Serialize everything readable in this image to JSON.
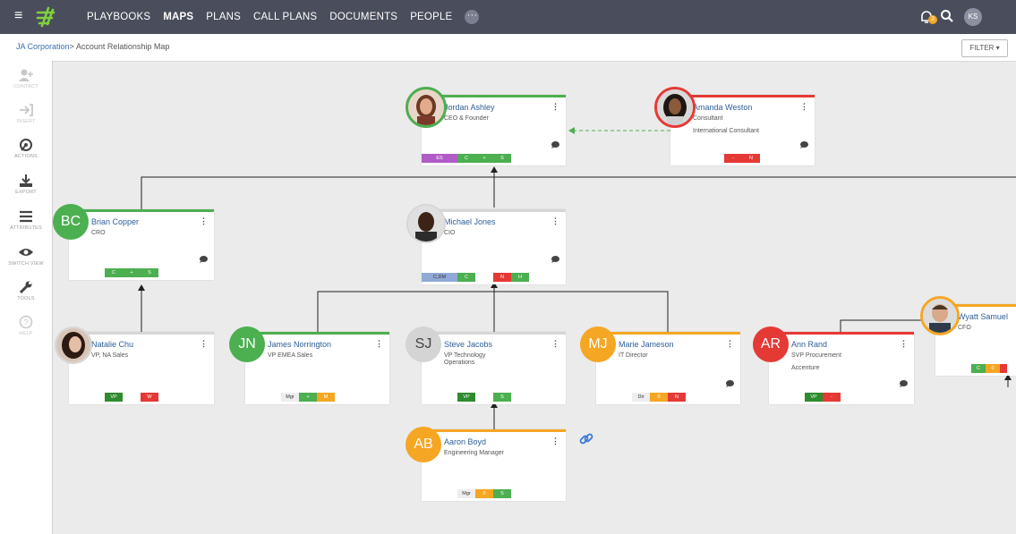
{
  "nav": {
    "items": [
      {
        "label": "PLAYBOOKS",
        "active": false
      },
      {
        "label": "MAPS",
        "active": true
      },
      {
        "label": "PLANS",
        "active": false
      },
      {
        "label": "CALL PLANS",
        "active": false
      },
      {
        "label": "DOCUMENTS",
        "active": false
      },
      {
        "label": "PEOPLE",
        "active": false
      }
    ],
    "more_label": "···",
    "notification_count": "3",
    "user_initials": "KS"
  },
  "breadcrumb": {
    "link": "JA Corporation",
    "separator": ">",
    "current": " Account Relationship Map"
  },
  "filter_label": "FILTER ▾",
  "sidebar": [
    {
      "label": "CONTACT",
      "icon": "add-contact-icon",
      "disabled": true
    },
    {
      "label": "INSERT",
      "icon": "insert-icon",
      "disabled": true
    },
    {
      "label": "ACTIONS",
      "icon": "actions-icon",
      "disabled": false
    },
    {
      "label": "EXPORT",
      "icon": "export-icon",
      "disabled": false
    },
    {
      "label": "ATTRIBUTES",
      "icon": "attributes-icon",
      "disabled": false
    },
    {
      "label": "SWITCH VIEW",
      "icon": "eye-icon",
      "disabled": false
    },
    {
      "label": "TOOLS",
      "icon": "wrench-icon",
      "disabled": false
    },
    {
      "label": "HELP",
      "icon": "help-icon",
      "disabled": true
    }
  ],
  "colors": {
    "green": "#4caf50",
    "red": "#e53935",
    "orange": "#f5a623",
    "purple": "#b05cc6",
    "blue": "#90a9d6",
    "gray": "#d6d6d6"
  },
  "people": {
    "jordan": {
      "name": "Jordan Ashley",
      "title": "CEO & Founder",
      "tags": [
        "ES",
        "C",
        "+",
        "S"
      ]
    },
    "amanda": {
      "name": "Amanda Weston",
      "title": "Consultant",
      "title2": "International Consultant",
      "tags": [
        "-",
        "N"
      ]
    },
    "brian": {
      "initials": "BC",
      "name": "Brian Copper",
      "title": "CRO",
      "tags": [
        "C",
        "+",
        "S"
      ]
    },
    "michael": {
      "name": "Michael Jones",
      "title": "CIO",
      "tags": [
        "C,DM",
        "C",
        "N",
        "H"
      ]
    },
    "natalie": {
      "name": "Natalie Chu",
      "title": "VP, NA Sales",
      "tags": [
        "VP",
        "W"
      ]
    },
    "james": {
      "initials": "JN",
      "name": "James Norrington",
      "title": "VP EMEA Sales",
      "tags": [
        "Mgr",
        "+",
        "M"
      ]
    },
    "steve": {
      "initials": "SJ",
      "name": "Steve Jacobs",
      "title": "VP Technology",
      "title2": "Operations",
      "tags": [
        "VP",
        "S"
      ]
    },
    "marie": {
      "initials": "MJ",
      "name": "Marie Jameson",
      "title": "IT Director",
      "tags": [
        "Dir",
        "0",
        "N"
      ]
    },
    "ann": {
      "initials": "AR",
      "name": "Ann Rand",
      "title": "SVP Procurement",
      "title2": "Accenture",
      "tags": [
        "VP",
        "-"
      ]
    },
    "wyatt": {
      "name": "Wyatt Samuel",
      "title": "CFO",
      "tags": [
        "C",
        "0",
        ""
      ]
    },
    "aaron": {
      "initials": "AB",
      "name": "Aaron Boyd",
      "title": "Engineering Manager",
      "tags": [
        "Mgr",
        "0",
        "S"
      ]
    }
  }
}
